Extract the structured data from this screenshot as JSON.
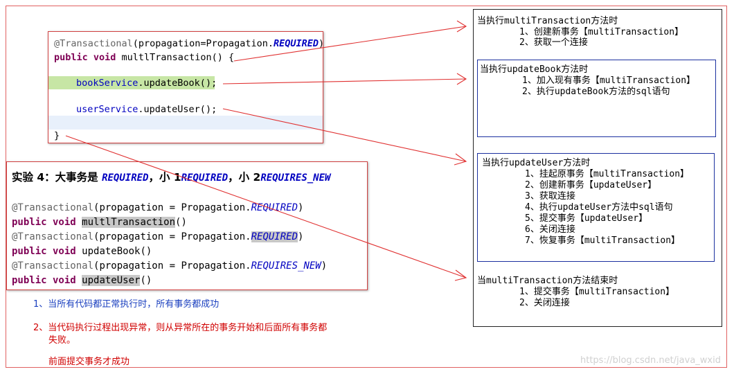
{
  "code_top": {
    "line1_ann": "@Transactional",
    "line1_rest": "(propagation=Propagation.",
    "line1_enum": "REQUIRED",
    "line1_close": ")",
    "line2_kw": "public void",
    "line2_method": " multlTransaction() {",
    "line3": "bookService.updateBook();",
    "line4": "userService.updateUser();",
    "line5": "}"
  },
  "code_bottom": {
    "title_prefix": "实验 4：大事务是 ",
    "title_req1": "REQUIRED",
    "title_mid1": "，小 1",
    "title_req2": "REQUIRED",
    "title_mid2": "，小 2",
    "title_req3": "REQUIRES_NEW",
    "ann": "@Transactional",
    "prop_eq": "(propagation = Propagation.",
    "enum_required": "REQUIRED",
    "enum_requires_new": "REQUIRES_NEW",
    "close": ")",
    "kw": "public void",
    "m1": "multlTransaction",
    "m2": "updateBook",
    "m3": "updateUser",
    "parens": "()"
  },
  "notes": {
    "n1": "1、当所有代码都正常执行时，所有事务都成功",
    "n2a": "2、当代码执行过程出现异常，则从异常所在的事务开始和后面所有事务都",
    "n2b": "失败。",
    "n3": "前面提交事务才成功"
  },
  "right": {
    "s1_title": "当执行multiTransaction方法时",
    "s1_items": [
      "1、创建新事务【multiTransaction】",
      "2、获取一个连接"
    ],
    "s2_title": "当执行updateBook方法时",
    "s2_items": [
      "1、加入现有事务【multiTransaction】",
      "2、执行updateBook方法的sql语句"
    ],
    "s3_title": "当执行updateUser方法时",
    "s3_items": [
      "1、挂起原事务【multiTransaction】",
      "2、创建新事务【updateUser】",
      "3、获取连接",
      "4、执行updateUser方法中sql语句",
      "5、提交事务【updateUser】",
      "6、关闭连接",
      "7、恢复事务【multiTransaction】"
    ],
    "s4_title": "当multiTransaction方法结束时",
    "s4_items": [
      "1、提交事务【multiTransaction】",
      "2、关闭连接"
    ]
  },
  "watermark": "https://blog.csdn.net/java_wxid",
  "colors": {
    "arrow": "#e03030",
    "border_blue": "#1a2f9f",
    "annotation": "#646464",
    "keyword": "#7f0055",
    "enum": "#0000c0"
  }
}
